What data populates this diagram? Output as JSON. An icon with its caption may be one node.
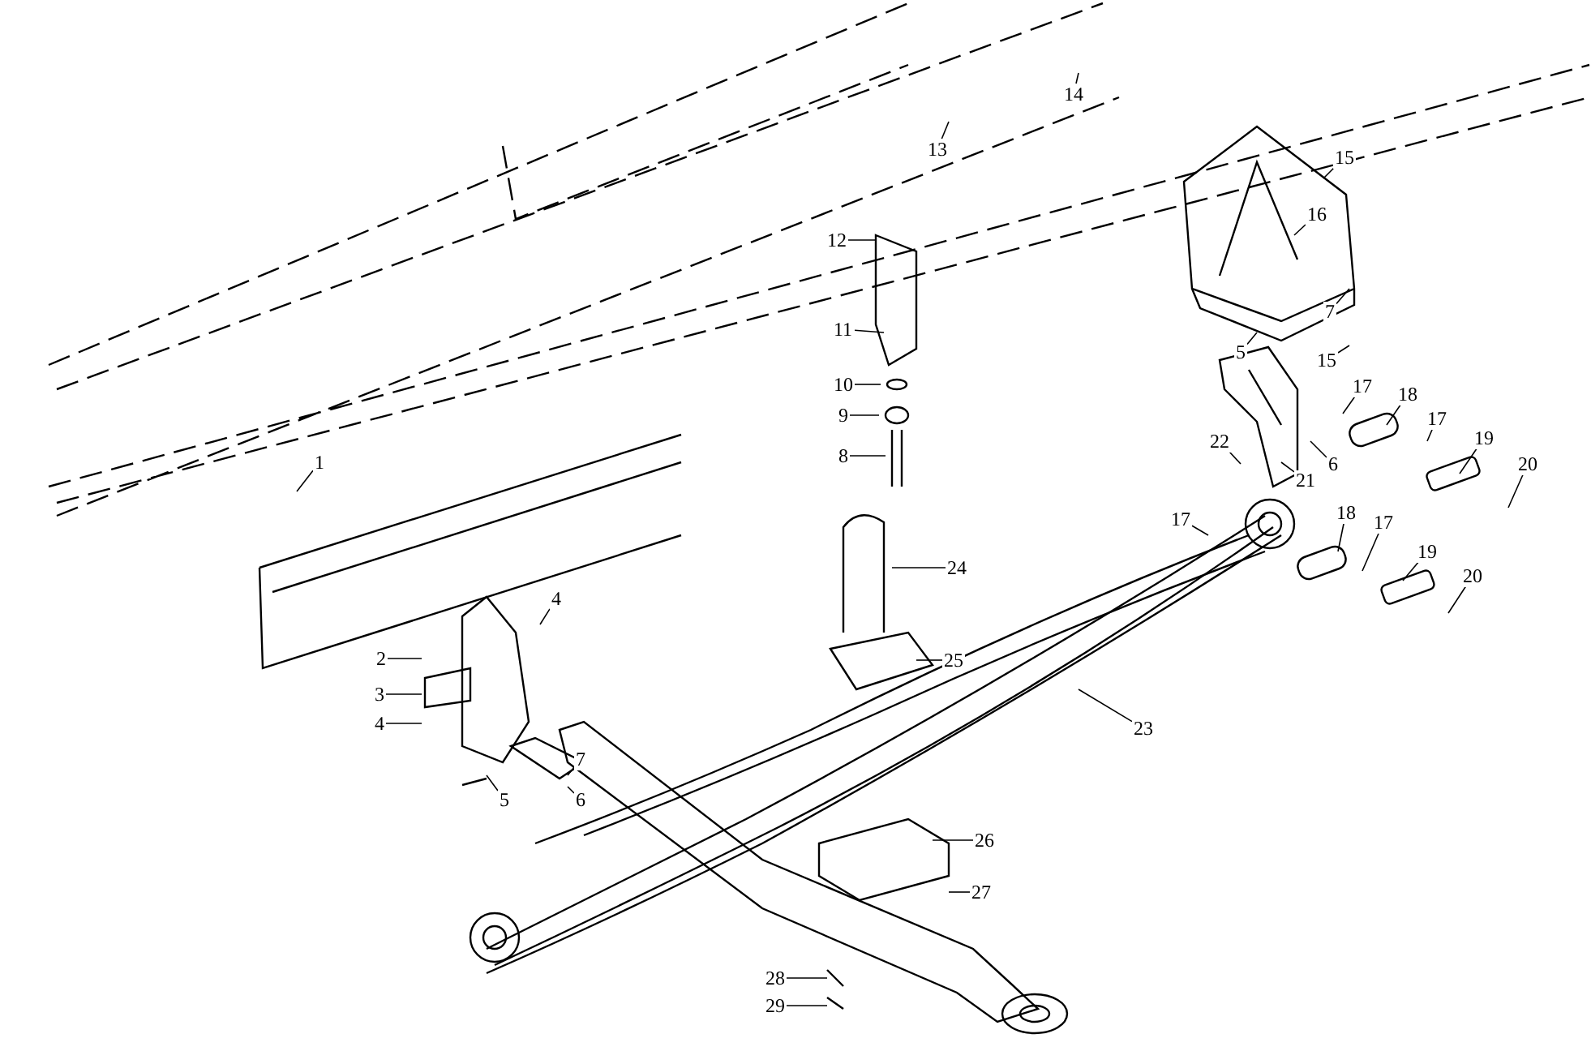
{
  "diagram": {
    "nodes": [
      {
        "text": [
          "14"
        ]
      },
      {
        "text": [
          "13"
        ]
      },
      {
        "text": [
          "15"
        ]
      },
      {
        "text": [
          "16"
        ]
      },
      {
        "text": [
          "12"
        ]
      },
      {
        "text": [
          "7"
        ]
      },
      {
        "text": [
          "11"
        ]
      },
      {
        "text": [
          "5"
        ]
      },
      {
        "text": [
          "15"
        ]
      },
      {
        "text": [
          "10"
        ]
      },
      {
        "text": [
          "17"
        ]
      },
      {
        "text": [
          "18"
        ]
      },
      {
        "text": [
          "9"
        ]
      },
      {
        "text": [
          "17"
        ]
      },
      {
        "text": [
          "19"
        ]
      },
      {
        "text": [
          "22"
        ]
      },
      {
        "text": [
          "1"
        ]
      },
      {
        "text": [
          "8"
        ]
      },
      {
        "text": [
          "21"
        ]
      },
      {
        "text": [
          "6"
        ]
      },
      {
        "text": [
          "20"
        ]
      },
      {
        "text": [
          "17"
        ]
      },
      {
        "text": [
          "18"
        ]
      },
      {
        "text": [
          "17"
        ]
      },
      {
        "text": [
          "24"
        ]
      },
      {
        "text": [
          "19"
        ]
      },
      {
        "text": [
          "20"
        ]
      },
      {
        "text": [
          "4"
        ]
      },
      {
        "text": [
          "2"
        ]
      },
      {
        "text": [
          "25"
        ]
      },
      {
        "text": [
          "3"
        ]
      },
      {
        "text": [
          "4"
        ]
      },
      {
        "text": [
          "23"
        ]
      },
      {
        "text": [
          "7"
        ]
      },
      {
        "text": [
          "5"
        ]
      },
      {
        "text": [
          "6"
        ]
      },
      {
        "text": [
          "26"
        ]
      },
      {
        "text": [
          "27"
        ]
      },
      {
        "text": [
          "28"
        ]
      },
      {
        "text": [
          "29"
        ]
      }
    ],
    "edges": [
      {
        "from": 0,
        "to": null,
        "arrow": "none"
      },
      {
        "from": 1,
        "to": null,
        "arrow": "none"
      },
      {
        "from": 2,
        "to": null,
        "arrow": "none"
      },
      {
        "from": 3,
        "to": null,
        "arrow": "none"
      },
      {
        "from": 4,
        "to": null,
        "arrow": "none"
      },
      {
        "from": 5,
        "to": null,
        "arrow": "none"
      },
      {
        "from": 6,
        "to": null,
        "arrow": "none"
      },
      {
        "from": 7,
        "to": null,
        "arrow": "none"
      },
      {
        "from": 8,
        "to": null,
        "arrow": "none"
      },
      {
        "from": 9,
        "to": null,
        "arrow": "none"
      },
      {
        "from": 10,
        "to": null,
        "arrow": "none"
      },
      {
        "from": 11,
        "to": null,
        "arrow": "none"
      },
      {
        "from": 12,
        "to": null,
        "arrow": "none"
      },
      {
        "from": 13,
        "to": null,
        "arrow": "none"
      },
      {
        "from": 14,
        "to": null,
        "arrow": "none"
      },
      {
        "from": 15,
        "to": null,
        "arrow": "none"
      },
      {
        "from": 16,
        "to": null,
        "arrow": "none"
      },
      {
        "from": 17,
        "to": null,
        "arrow": "none"
      },
      {
        "from": 18,
        "to": null,
        "arrow": "none"
      },
      {
        "from": 19,
        "to": null,
        "arrow": "none"
      },
      {
        "from": 20,
        "to": null,
        "arrow": "none"
      },
      {
        "from": 21,
        "to": null,
        "arrow": "none"
      },
      {
        "from": 22,
        "to": null,
        "arrow": "none"
      },
      {
        "from": 23,
        "to": null,
        "arrow": "none"
      },
      {
        "from": 24,
        "to": null,
        "arrow": "none"
      },
      {
        "from": 25,
        "to": null,
        "arrow": "none"
      },
      {
        "from": 26,
        "to": null,
        "arrow": "none"
      },
      {
        "from": 27,
        "to": null,
        "arrow": "none"
      },
      {
        "from": 28,
        "to": null,
        "arrow": "none"
      },
      {
        "from": 29,
        "to": null,
        "arrow": "none"
      },
      {
        "from": 30,
        "to": null,
        "arrow": "none"
      },
      {
        "from": 31,
        "to": null,
        "arrow": "none"
      },
      {
        "from": 32,
        "to": null,
        "arrow": "none"
      },
      {
        "from": 33,
        "to": null,
        "arrow": "none"
      },
      {
        "from": 34,
        "to": null,
        "arrow": "none"
      },
      {
        "from": 35,
        "to": null,
        "arrow": "none"
      },
      {
        "from": 36,
        "to": null,
        "arrow": "none"
      },
      {
        "from": 37,
        "to": null,
        "arrow": "none"
      },
      {
        "from": 38,
        "to": null,
        "arrow": "none"
      },
      {
        "from": 39,
        "to": null,
        "arrow": "none"
      }
    ]
  }
}
